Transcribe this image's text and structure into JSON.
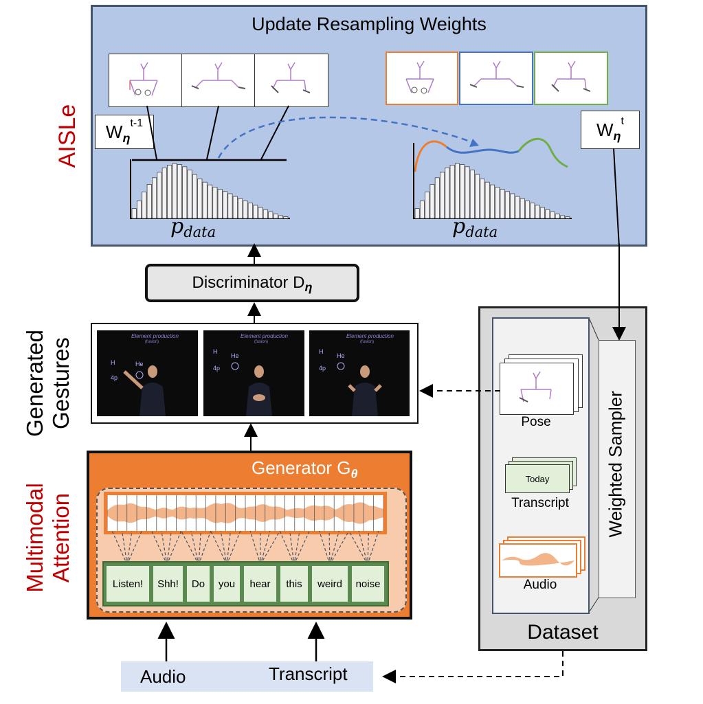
{
  "aisle": {
    "title": "Update Resampling Weights",
    "side_label": "AISLe",
    "weight_prev_base": "W",
    "weight_prev_sub": "η",
    "weight_prev_sup": "t-1",
    "weight_next_base": "W",
    "weight_next_sub": "η",
    "weight_next_sup": "t",
    "pdata_left_base": "p",
    "pdata_left_sub": "data",
    "pdata_right_base": "p",
    "pdata_right_sub": "data",
    "histogram_heights": [
      0.18,
      0.32,
      0.48,
      0.62,
      0.74,
      0.84,
      0.92,
      0.97,
      1.0,
      0.98,
      0.94,
      0.88,
      0.8,
      0.72,
      0.66,
      0.61,
      0.57,
      0.53,
      0.49,
      0.45,
      0.4,
      0.36,
      0.32,
      0.28,
      0.24,
      0.2,
      0.16,
      0.12,
      0.08,
      0.05,
      0.03
    ]
  },
  "discriminator": {
    "label": "Discriminator D",
    "sub": "η"
  },
  "generated": {
    "side_line1": "Generated",
    "side_line2": "Gestures",
    "frame_title": "Element production",
    "frame_subtitle": "(fusion)"
  },
  "generator": {
    "title": "Generator G",
    "sub": "θ",
    "side_line1": "Multimodal",
    "side_line2": "Attention"
  },
  "words": [
    "Listen!",
    "Shh!",
    "Do",
    "you",
    "hear",
    "this",
    "weird",
    "noise"
  ],
  "inputs": {
    "audio": "Audio",
    "transcript": "Transcript"
  },
  "dataset": {
    "title": "Dataset",
    "sampler": "Weighted Sampler",
    "pose_label": "Pose",
    "transcript_label": "Transcript",
    "transcript_card": "Today",
    "audio_label": "Audio"
  },
  "colors": {
    "aisle_bg": "#b4c7e7",
    "generator_bg": "#ed7d31",
    "generator_inner": "#f8cbad",
    "dataset_bg": "#d9d9d9",
    "input_bar": "#dae3f3",
    "red_label": "#c00000",
    "curve_orange": "#ed7d31",
    "curve_blue": "#4472c4",
    "curve_green": "#70ad47"
  }
}
